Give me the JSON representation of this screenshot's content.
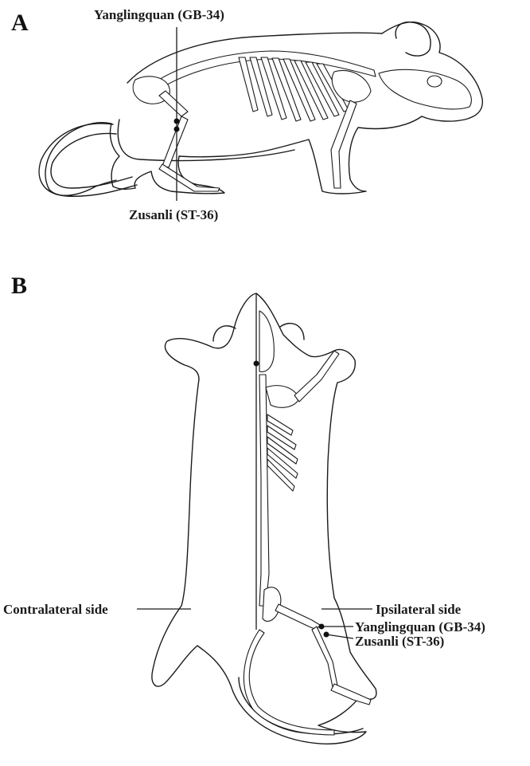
{
  "panel_a": {
    "letter": "A",
    "labels": {
      "gb34": "Yanglingquan (GB-34)",
      "st36": "Zusanli (ST-36)"
    }
  },
  "panel_b": {
    "letter": "B",
    "labels": {
      "contralateral": "Contralateral side",
      "ipsilateral": "Ipsilateral side",
      "gb34": "Yanglingquan (GB-34)",
      "st36": "Zusanli (ST-36)"
    }
  }
}
